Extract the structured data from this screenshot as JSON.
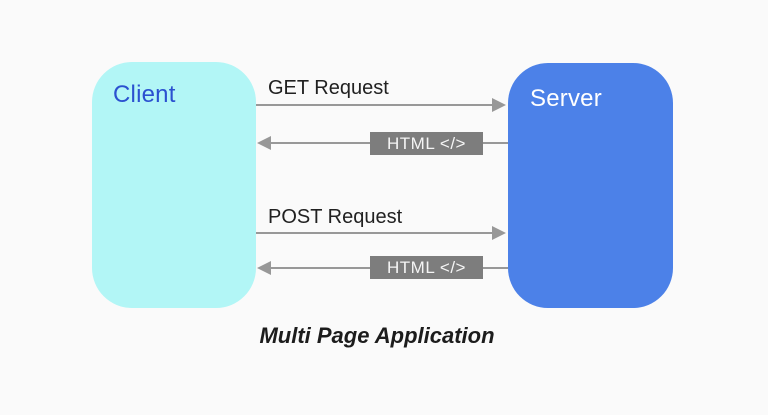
{
  "diagram": {
    "title": "Multi Page Application",
    "nodes": {
      "client": {
        "label": "Client"
      },
      "server": {
        "label": "Server"
      }
    },
    "flows": {
      "get": {
        "label": "GET Request",
        "from": "client",
        "to": "server",
        "direction": "right"
      },
      "get_response": {
        "label": "HTML </>",
        "from": "server",
        "to": "client",
        "direction": "left"
      },
      "post": {
        "label": "POST Request",
        "from": "client",
        "to": "server",
        "direction": "right"
      },
      "post_response": {
        "label": "HTML </>",
        "from": "server",
        "to": "client",
        "direction": "left"
      }
    },
    "colors": {
      "background": "#FAFAFA",
      "client_fill": "#B2F6F6",
      "client_text": "#2B51D0",
      "server_fill": "#4C81E8",
      "server_text": "#FFFFFF",
      "response_box_fill": "#7D7D7D",
      "response_box_text": "#F5F5F5",
      "arrow": "#989898",
      "label_text": "#212121",
      "title_text": "#1C1C1C"
    }
  }
}
